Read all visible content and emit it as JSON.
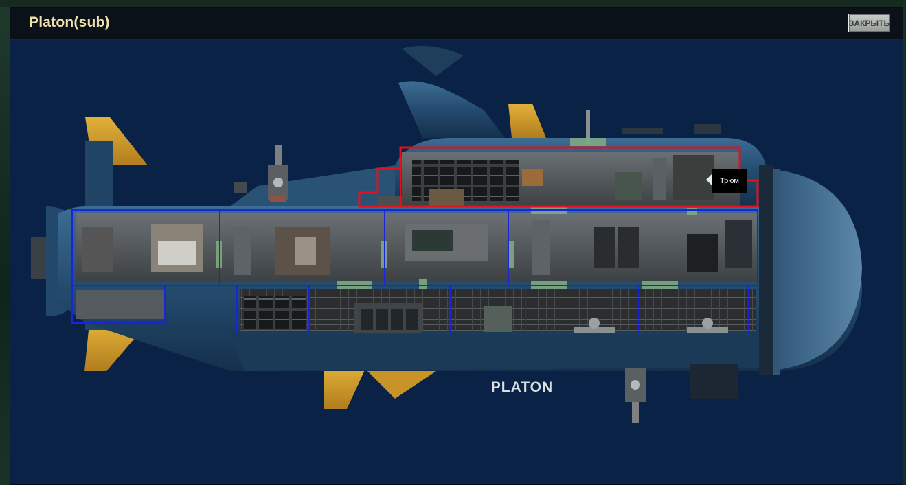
{
  "window": {
    "title": "Platon(sub)",
    "close_label": "ЗАКРЫТЬ"
  },
  "submarine": {
    "hull_name": "PLATON"
  },
  "tooltip": {
    "text": "Трюм"
  },
  "colors": {
    "water_background": "#0a2245",
    "hull_blue": "#2e5a80",
    "fin_yellow": "#d9a52e",
    "room_outline_selected": "#e01020",
    "room_outline": "#1020d0",
    "door_green": "#6fa07a"
  },
  "icons": {
    "close": "close-button"
  }
}
